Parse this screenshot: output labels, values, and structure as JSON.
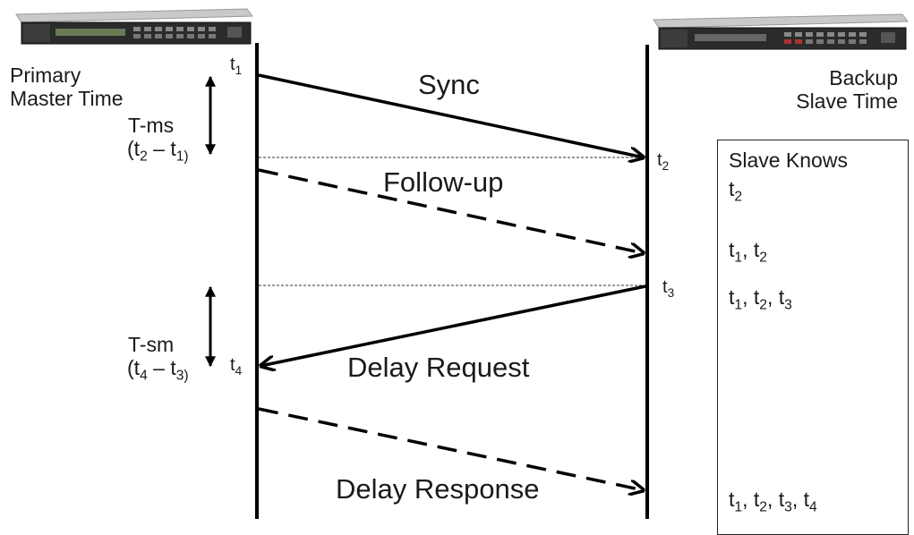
{
  "devices": {
    "master_icon": "rackmount-instrument-icon",
    "slave_icon": "rackmount-instrument-icon"
  },
  "master": {
    "line1": "Primary",
    "line2": "Master Time"
  },
  "slave": {
    "line1": "Backup",
    "line2": "Slave Time"
  },
  "messages": {
    "sync": "Sync",
    "follow_up": "Follow-up",
    "delay_request": "Delay Request",
    "delay_response": "Delay Response"
  },
  "intervals": {
    "tms": {
      "label": "T-ms",
      "open": "(t",
      "a": "2",
      "mid": " – t",
      "b": "1)"
    },
    "tsm": {
      "label": "T-sm",
      "open": "(t",
      "a": "4",
      "mid": " – t",
      "b": "3)"
    }
  },
  "timestamps": {
    "symbol": "t",
    "t1": "1",
    "t2": "2",
    "t3": "3",
    "t4": "4"
  },
  "knows": {
    "title": "Slave Knows",
    "sep": ", "
  },
  "colors": {
    "line": "#000000",
    "text": "#1a1a1a",
    "guide": "#333333"
  }
}
